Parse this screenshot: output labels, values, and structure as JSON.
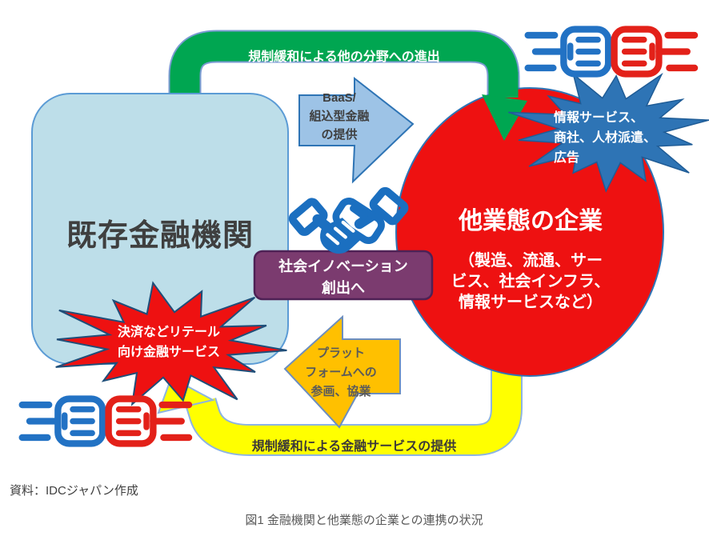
{
  "diagram": {
    "top_arrow": {
      "label": "規制緩和による他の分野への進出"
    },
    "baas_arrow": {
      "label": "BaaS/\n組込型金融\nの提供"
    },
    "left_box": {
      "title": "既存金融機関"
    },
    "right_ellipse": {
      "title": "他業態の企業",
      "subtitle": "（製造、流通、サー\nビス、社会インフラ、\n情報サービスなど）"
    },
    "blue_burst": {
      "label": "情報サービス、\n商社、人材派遣、\n広告"
    },
    "purple_box": {
      "label": "社会イノベーション\n創出へ"
    },
    "red_burst": {
      "label": "決済などリテール\n向け金融サービス"
    },
    "platform_arrow": {
      "label": "プラット\nフォームへの\n参画、協業"
    },
    "bottom_arrow": {
      "label": "規制緩和による金融サービスの提供"
    }
  },
  "footer": {
    "source": "資料：IDCジャパン作成",
    "caption": "図1 金融機関と他業態の企業との連携の状況"
  },
  "colors": {
    "green": "#00A651",
    "yellow": "#FFFF00",
    "red": "#EE1111",
    "light_blue_box": "#BDDEE9",
    "baas_arrow_blue": "#9DC3E6",
    "burst_blue": "#2E74B5",
    "purple": "#7B3B6F",
    "orange": "#FFC000",
    "handshake_blue": "#1B6FC0",
    "fist_blue": "#2272C4",
    "fist_red": "#E32119"
  }
}
